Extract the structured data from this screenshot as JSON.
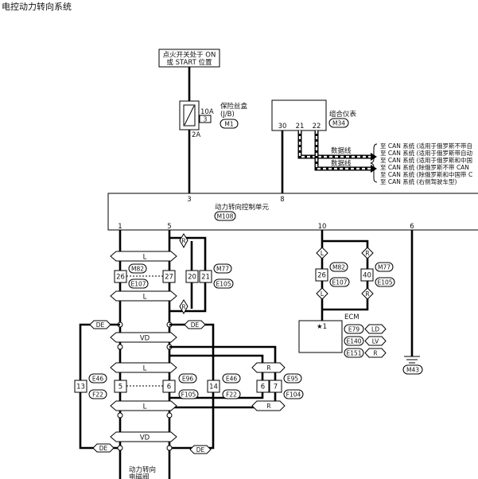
{
  "title": "电控动力转向系统",
  "ignition": {
    "line1": "点火开关处于 ON",
    "line2": "或 START 位置"
  },
  "fuse": {
    "amp": "10A",
    "number": "3",
    "name": "保险丝盒",
    "sub": "(J/B)",
    "conn": "M1",
    "term": "2A"
  },
  "meter": {
    "name": "组合仪表",
    "conn": "M34",
    "pins": [
      "30",
      "21",
      "22"
    ]
  },
  "data_line_label": "数据线",
  "can_notes": [
    "至 CAN 系统 (适用于俄罗斯不带自",
    "至 CAN 系统 (适用于俄罗斯带自动",
    "至 CAN 系统 (适用于俄罗斯和中国",
    "至 CAN 系统 (除俄罗斯不带 CAN",
    "至 CAN 系统 (除俄罗斯和中国带 C",
    "至 CAN 系统 (右侧驾驶车型)"
  ],
  "control_unit": {
    "name": "动力转向控制单元",
    "conn": "M108",
    "top_pins": [
      "3",
      "8"
    ],
    "bottom_pins": [
      "1",
      "5",
      "10",
      "6"
    ]
  },
  "wire_colors": {
    "L": "L",
    "R": "R",
    "VD": "VD",
    "DE": "DE",
    "LD": "LD",
    "LV": "LV"
  },
  "connectors": {
    "M82": "M82",
    "E107": "E107",
    "M77": "M77",
    "E105": "E105",
    "E46": "E46",
    "F22": "F22",
    "E96": "E96",
    "F105": "F105",
    "E95": "E95",
    "F104": "F104",
    "M43": "M43",
    "E79": "E79",
    "E140": "E140",
    "E151": "E151"
  },
  "pin_numbers": {
    "p26a": "26",
    "p27": "27",
    "p20": "20",
    "p21": "21",
    "p26b": "26",
    "p40": "40",
    "p13": "13",
    "p5": "5",
    "p6a": "6",
    "p14": "14",
    "p6b": "6",
    "p7": "7"
  },
  "ecm": {
    "name": "ECM",
    "star": "★1"
  },
  "solenoid": {
    "line1": "动力转向",
    "line2": "电磁阀"
  }
}
